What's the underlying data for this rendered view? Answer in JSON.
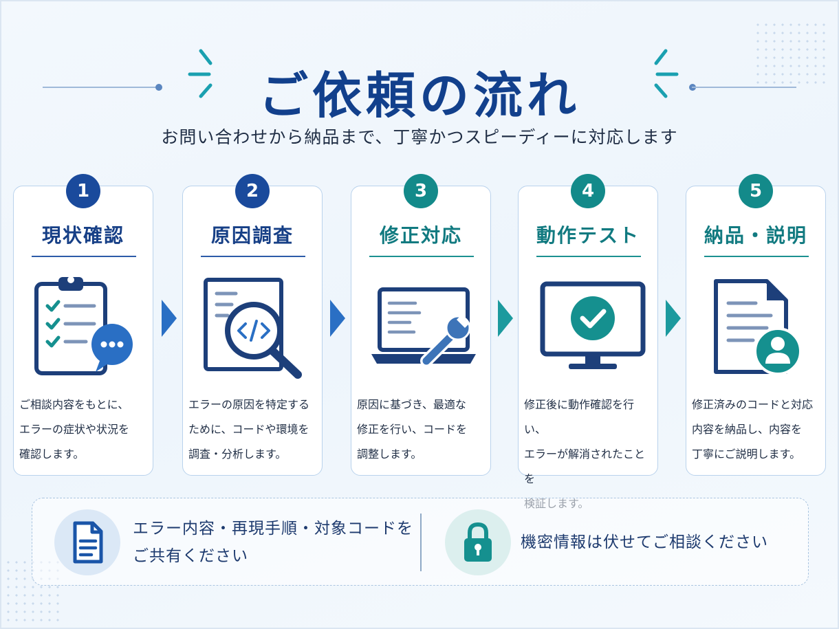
{
  "header": {
    "title": "ご依頼の流れ",
    "subtitle": "お問い合わせから納品まで、丁寧かつスピーディーに対応します"
  },
  "steps": [
    {
      "number": "1",
      "title": "現状確認",
      "desc": [
        "ご相談内容をもとに、",
        "エラーの症状や状況を",
        "確認します。"
      ],
      "icon": "clipboard-chat-icon"
    },
    {
      "number": "2",
      "title": "原因調査",
      "desc": [
        "エラーの原因を特定する",
        "ために、コードや環境を",
        "調査・分析します。"
      ],
      "icon": "code-magnifier-icon"
    },
    {
      "number": "3",
      "title": "修正対応",
      "desc": [
        "原因に基づき、最適な",
        "修正を行い、コードを",
        "調整します。"
      ],
      "icon": "laptop-wrench-icon"
    },
    {
      "number": "4",
      "title": "動作テスト",
      "desc": [
        "修正後に動作確認を行い、",
        "エラーが解消されたことを",
        "検証します。"
      ],
      "icon": "monitor-check-icon"
    },
    {
      "number": "5",
      "title": "納品・説明",
      "desc": [
        "修正済みのコードと対応",
        "内容を納品し、内容を",
        "丁寧にご説明します。"
      ],
      "icon": "document-user-icon"
    }
  ],
  "notes": {
    "share": {
      "line1": "エラー内容・再現手順・対象コードを",
      "line2": "ご共有ください",
      "icon": "document-icon"
    },
    "privacy": {
      "text": "機密情報は伏せてご相談ください",
      "icon": "padlock-icon"
    }
  },
  "colors": {
    "navy": "#12408c",
    "blue": "#1a4a9c",
    "teal": "#138a8a",
    "arrow_blue": "#2a6fc4",
    "arrow_teal": "#1c9a9e"
  }
}
